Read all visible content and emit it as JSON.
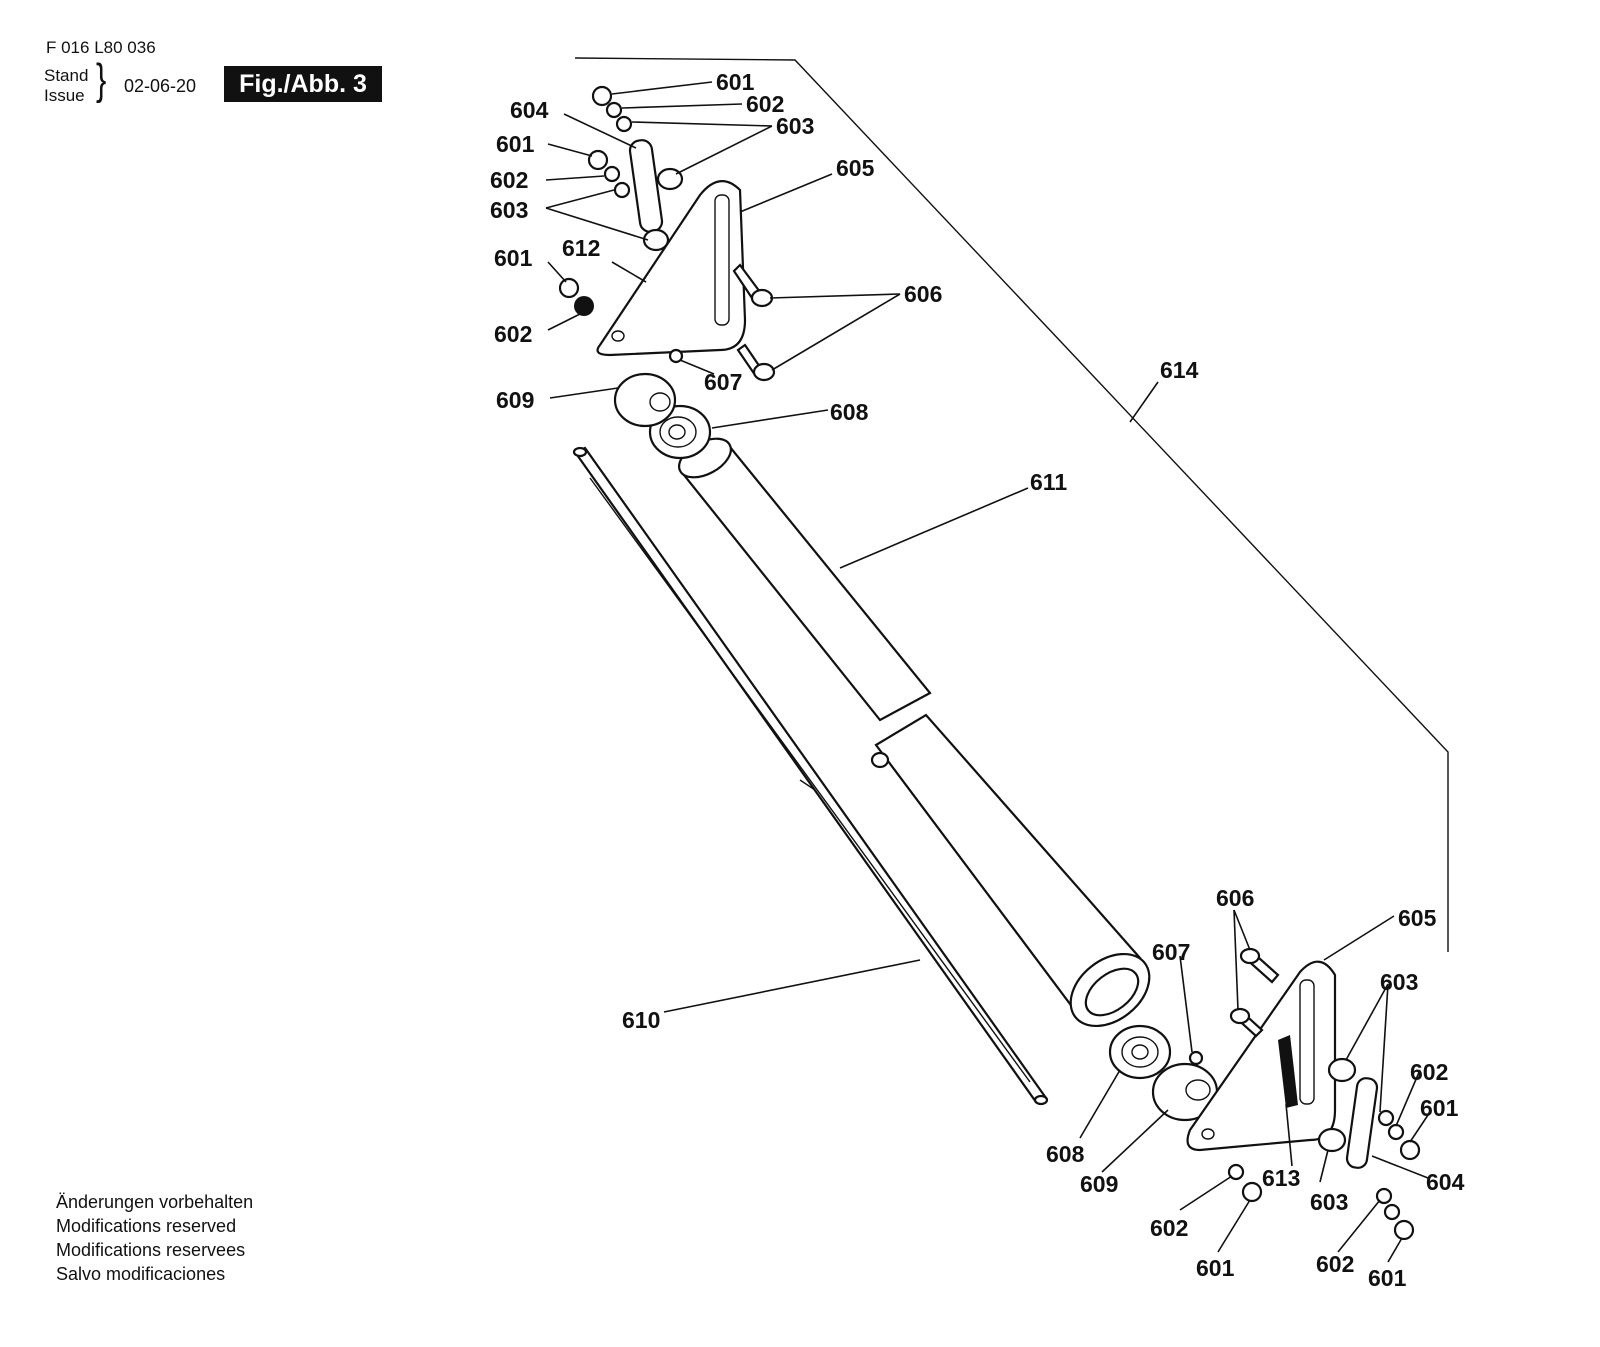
{
  "header": {
    "doc_number": "F 016 L80 036",
    "stand_label": "Stand",
    "issue_label": "Issue",
    "brace": "}",
    "date": "02-06-20",
    "figure_label": "Fig./Abb. 3"
  },
  "notes": [
    "Änderungen vorbehalten",
    "Modifications reserved",
    "Modifications reservees",
    "Salvo modificaciones"
  ],
  "part_labels": {
    "top_601_a": "601",
    "top_602_a": "602",
    "top_603_a": "603",
    "top_604": "604",
    "top_601_b": "601",
    "top_602_b": "602",
    "top_603_b": "603",
    "top_605": "605",
    "top_612": "612",
    "top_601_c": "601",
    "top_606": "606",
    "top_602_c": "602",
    "top_607": "607",
    "top_609": "609",
    "top_608": "608",
    "label_614": "614",
    "label_611": "611",
    "label_610": "610",
    "bot_606": "606",
    "bot_605": "605",
    "bot_607": "607",
    "bot_603_a": "603",
    "bot_602_a": "602",
    "bot_601_a": "601",
    "bot_608": "608",
    "bot_609": "609",
    "bot_613": "613",
    "bot_604": "604",
    "bot_603_b": "603",
    "bot_602_b": "602",
    "bot_601_b": "601",
    "bot_602_c": "602",
    "bot_601_c": "601"
  }
}
